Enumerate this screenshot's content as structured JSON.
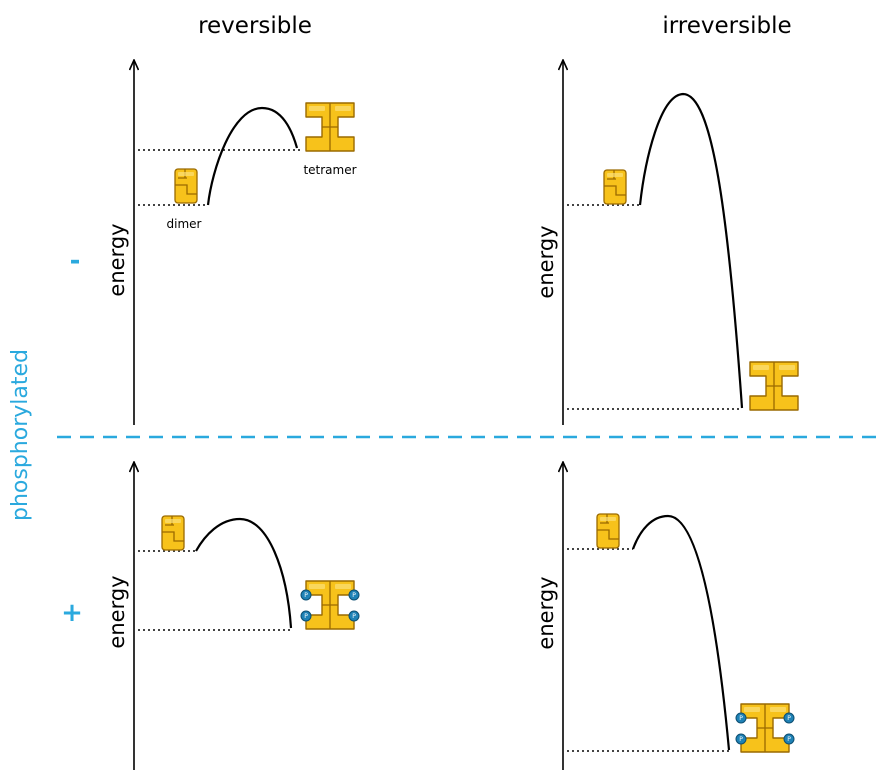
{
  "colors": {
    "accent": "#2aa9de",
    "protein_fill": "#f7c21b",
    "protein_stroke": "#9a6a00",
    "phosphate": "#1f82b6"
  },
  "columns": [
    {
      "title": "reversible"
    },
    {
      "title": "irreversible"
    }
  ],
  "side_label": "phosphorylated",
  "signs": {
    "minus": "-",
    "plus": "+"
  },
  "axis_label": "energy",
  "panel_labels": {
    "dimer": "dimer",
    "tetramer": "tetramer"
  },
  "phosphate_symbol": "P",
  "icons": {
    "dimer": "dimer-icon",
    "tetramer": "tetramer-icon",
    "tetramer_phosphorylated": "phosphorylated-tetramer-icon"
  }
}
